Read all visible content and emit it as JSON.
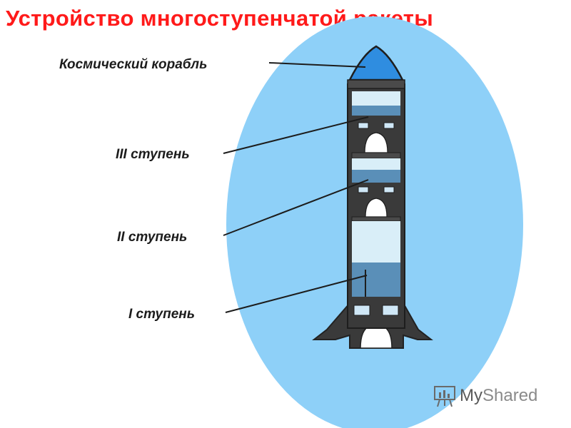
{
  "title": "Устройство многоступенчатой ракеты",
  "labels": {
    "spacecraft": "Космический корабль",
    "stage3": "III ступень",
    "stage2": "II ступень",
    "stage1": "I ступень"
  },
  "watermark": {
    "part1": "My",
    "part2": "Shared",
    "icon": "presentation-board-icon"
  },
  "colors": {
    "title": "#ff1a1a",
    "background_ellipse": "#8ed0f8",
    "nose_cone": "#2f8de0",
    "rocket_body": "#3a3a3a",
    "tank_light": "#d9eef8",
    "tank_dark": "#5a8fb8"
  }
}
